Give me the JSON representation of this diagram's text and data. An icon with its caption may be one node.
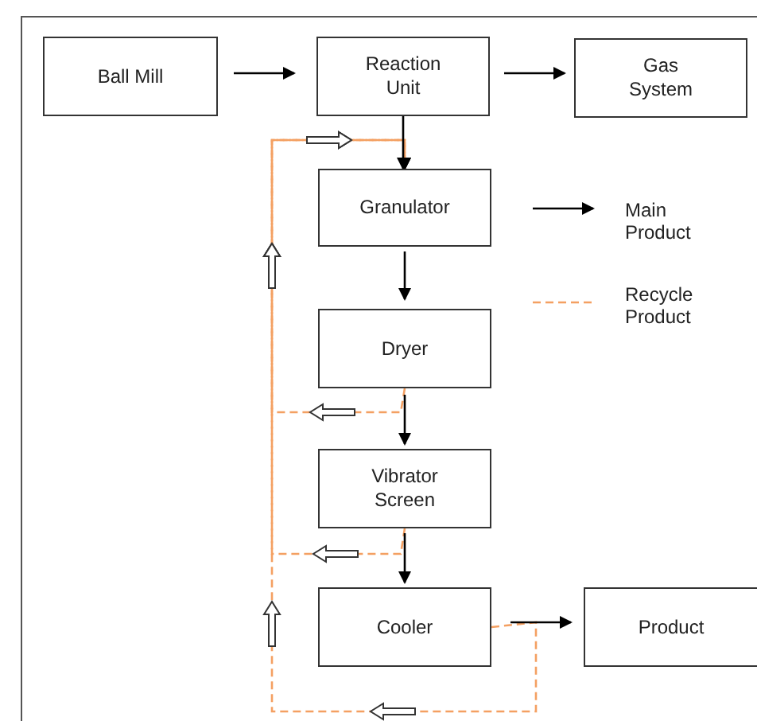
{
  "diagram": {
    "nodes": [
      {
        "text": [
          "Ball Mill"
        ]
      },
      {
        "text": [
          "Reaction Unit"
        ]
      },
      {
        "text": [
          "Gas System"
        ]
      },
      {
        "text": [
          "Granulator"
        ]
      },
      {
        "text": [
          "Dryer"
        ]
      },
      {
        "text": [
          "Vibrator Screen"
        ]
      },
      {
        "text": [
          "Cooler"
        ]
      },
      {
        "text": [
          "Product"
        ]
      }
    ],
    "edges": [
      {
        "from": 0,
        "to": 1,
        "arrow": "to"
      },
      {
        "from": 1,
        "to": 2,
        "arrow": "to"
      },
      {
        "from": 1,
        "to": 3,
        "arrow": "to"
      },
      {
        "from": 3,
        "to": 4,
        "arrow": "to"
      },
      {
        "from": 4,
        "to": 5,
        "arrow": "to"
      },
      {
        "from": 5,
        "to": 6,
        "arrow": "to"
      },
      {
        "from": 6,
        "to": 7,
        "arrow": "to"
      },
      {
        "from": 4,
        "to": 3,
        "arrow": "to",
        "style": "dashed",
        "color": "#f4a062"
      },
      {
        "from": 5,
        "to": 3,
        "arrow": "to",
        "style": "dashed",
        "color": "#f4a062"
      },
      {
        "from": 6,
        "to": 3,
        "arrow": "to",
        "style": "dashed",
        "color": "#f4a062"
      }
    ],
    "legend": [
      {
        "text": "Main Product"
      },
      {
        "text": "Recycle Product"
      }
    ]
  }
}
